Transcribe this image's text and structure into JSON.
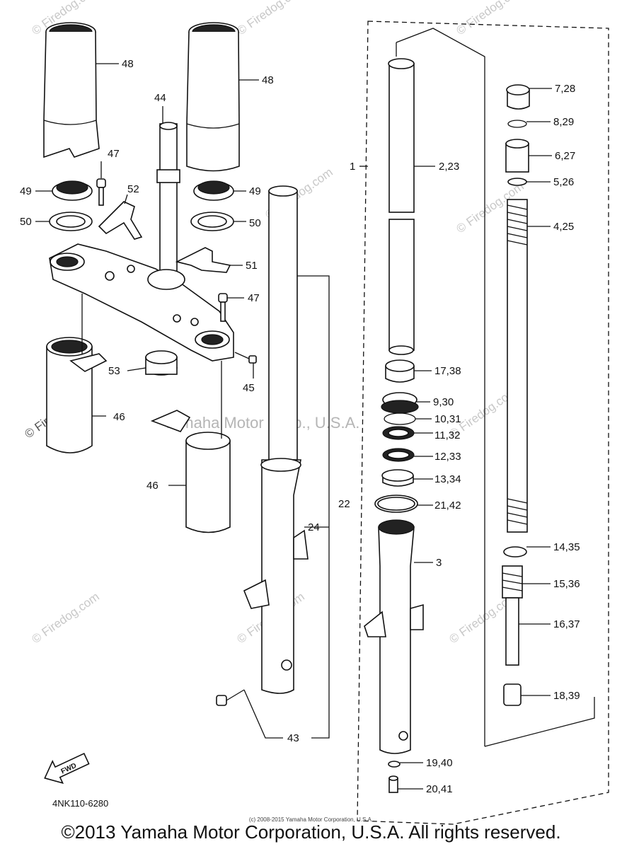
{
  "diagram": {
    "code": "4NK110-6280",
    "small_copyright": "(c) 2008-2015 Yamaha Motor Corporation, U.S.A.",
    "copyright": "©2013 Yamaha Motor Corporation, U.S.A. All rights reserved.",
    "watermark_site": "© Firedog.com",
    "watermark_center": "Yamaha Motor Corp., U.S.A.",
    "fwd_arrow_text": "FWD",
    "callouts": [
      "48",
      "48",
      "44",
      "47",
      "52",
      "49",
      "49",
      "50",
      "50",
      "51",
      "47",
      "53",
      "45",
      "46",
      "46",
      "1",
      "2,23",
      "7,28",
      "8,29",
      "6,27",
      "5,26",
      "4,25",
      "17,38",
      "9,30",
      "10,31",
      "11,32",
      "12,33",
      "13,34",
      "21,42",
      "22",
      "24",
      "3",
      "14,35",
      "15,36",
      "16,37",
      "18,39",
      "43",
      "19,40",
      "20,41"
    ]
  }
}
